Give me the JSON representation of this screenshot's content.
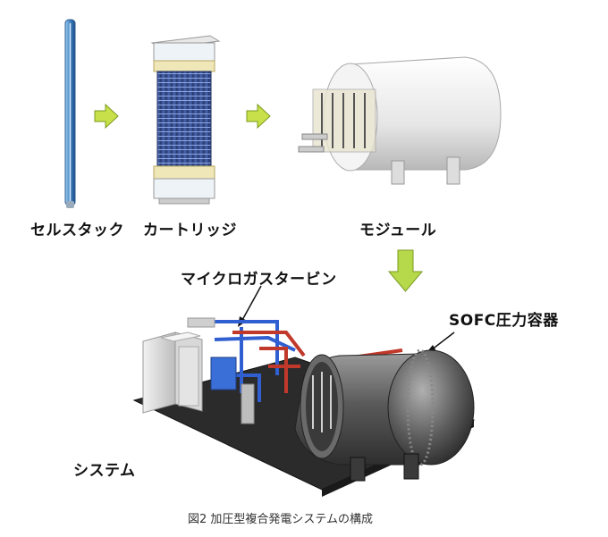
{
  "labels": {
    "cell_stack": "セルスタック",
    "cartridge": "カートリッジ",
    "module": "モジュール",
    "micro_gas_turbine": "マイクロガスタービン",
    "sofc_vessel": "SOFC圧力容器",
    "system": "システム"
  },
  "caption": "図2  加圧型複合発電システムの構成",
  "colors": {
    "arrow_fill": "#c8e04a",
    "arrow_stroke": "#7a9a1e",
    "down_arrow_fill": "#b5d94a",
    "pipe_blue": "#2f5fd0",
    "pipe_red": "#c0392b",
    "vessel_gray": "#5a5a5a",
    "cell_blue": "#3e7fc0"
  }
}
